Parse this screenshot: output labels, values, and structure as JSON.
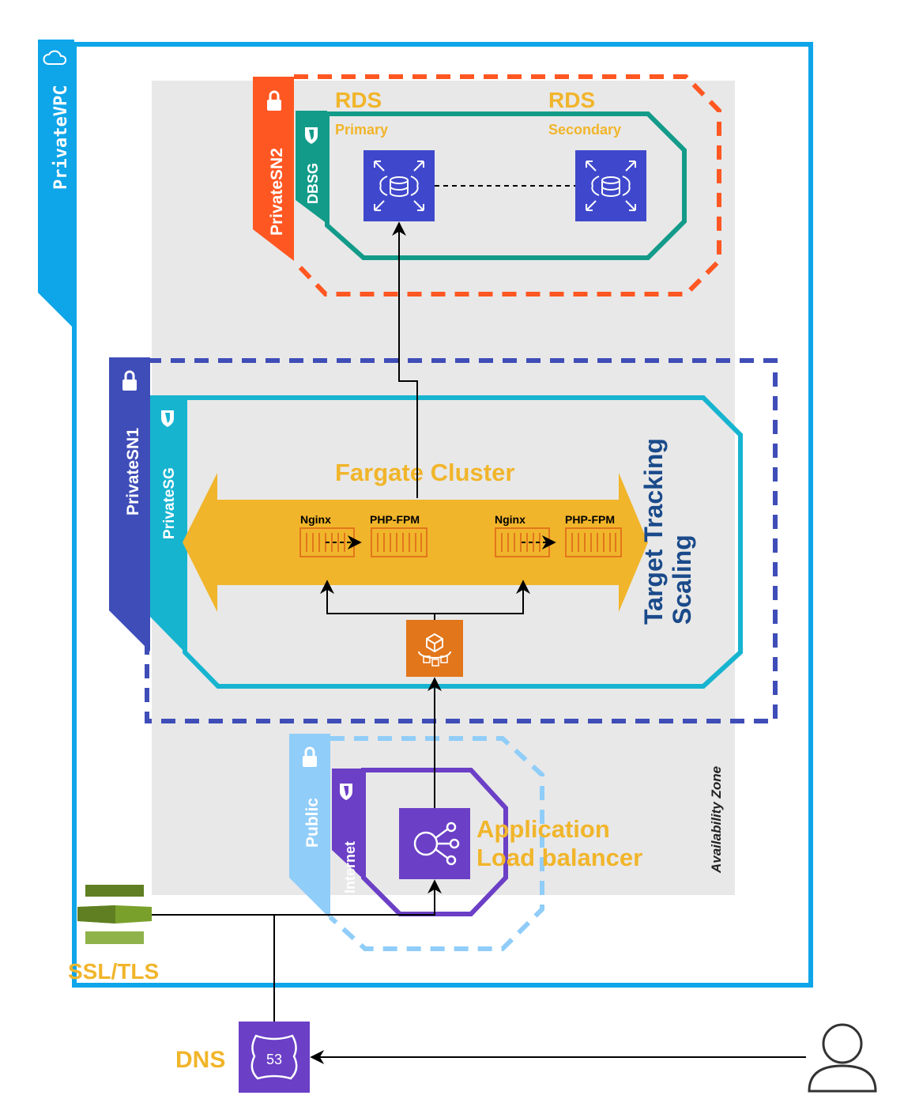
{
  "vpc": {
    "label": "PrivateVPC"
  },
  "availability_zone": {
    "label": "Availability Zone"
  },
  "subnet_private2": {
    "label": "PrivateSN2"
  },
  "security_group_db": {
    "label": "DBSG"
  },
  "rds_primary": {
    "title": "RDS",
    "subtitle": "Primary"
  },
  "rds_secondary": {
    "title": "RDS",
    "subtitle": "Secondary"
  },
  "subnet_private1": {
    "label": "PrivateSN1"
  },
  "security_group_private": {
    "label": "PrivateSG"
  },
  "fargate": {
    "title": "Fargate Cluster",
    "task1": {
      "nginx": "Nginx",
      "php": "PHP-FPM"
    },
    "task2": {
      "nginx": "Nginx",
      "php": "PHP-FPM"
    }
  },
  "scaling": {
    "line1": "Target Tracking",
    "line2": "Scaling"
  },
  "subnet_public": {
    "label": "Public"
  },
  "security_group_internet": {
    "label": "Internet"
  },
  "alb": {
    "line1": "Application",
    "line2": "Load balancer"
  },
  "ssl": {
    "label": "SSL/TLS"
  },
  "dns": {
    "label": "DNS",
    "badge": "53"
  },
  "colors": {
    "vpc_blue": "#0ea5e9",
    "az_gray": "#e8e8e8",
    "rds_orange": "#ff5722",
    "db_teal": "#139b8a",
    "rds_blue": "#3f48cc",
    "sn1_indigo": "#3f4db8",
    "sg_cyan": "#17b4d0",
    "fargate_yellow": "#f1b52b",
    "container_orange": "#e2761b",
    "public_light": "#90cdf9",
    "internet_purple": "#6b3fc6",
    "alb_purple": "#6b3fc6",
    "ssl_green": "#6b8e23",
    "label_yellow": "#f1b52b",
    "scaling_navy": "#1a4a8a"
  }
}
